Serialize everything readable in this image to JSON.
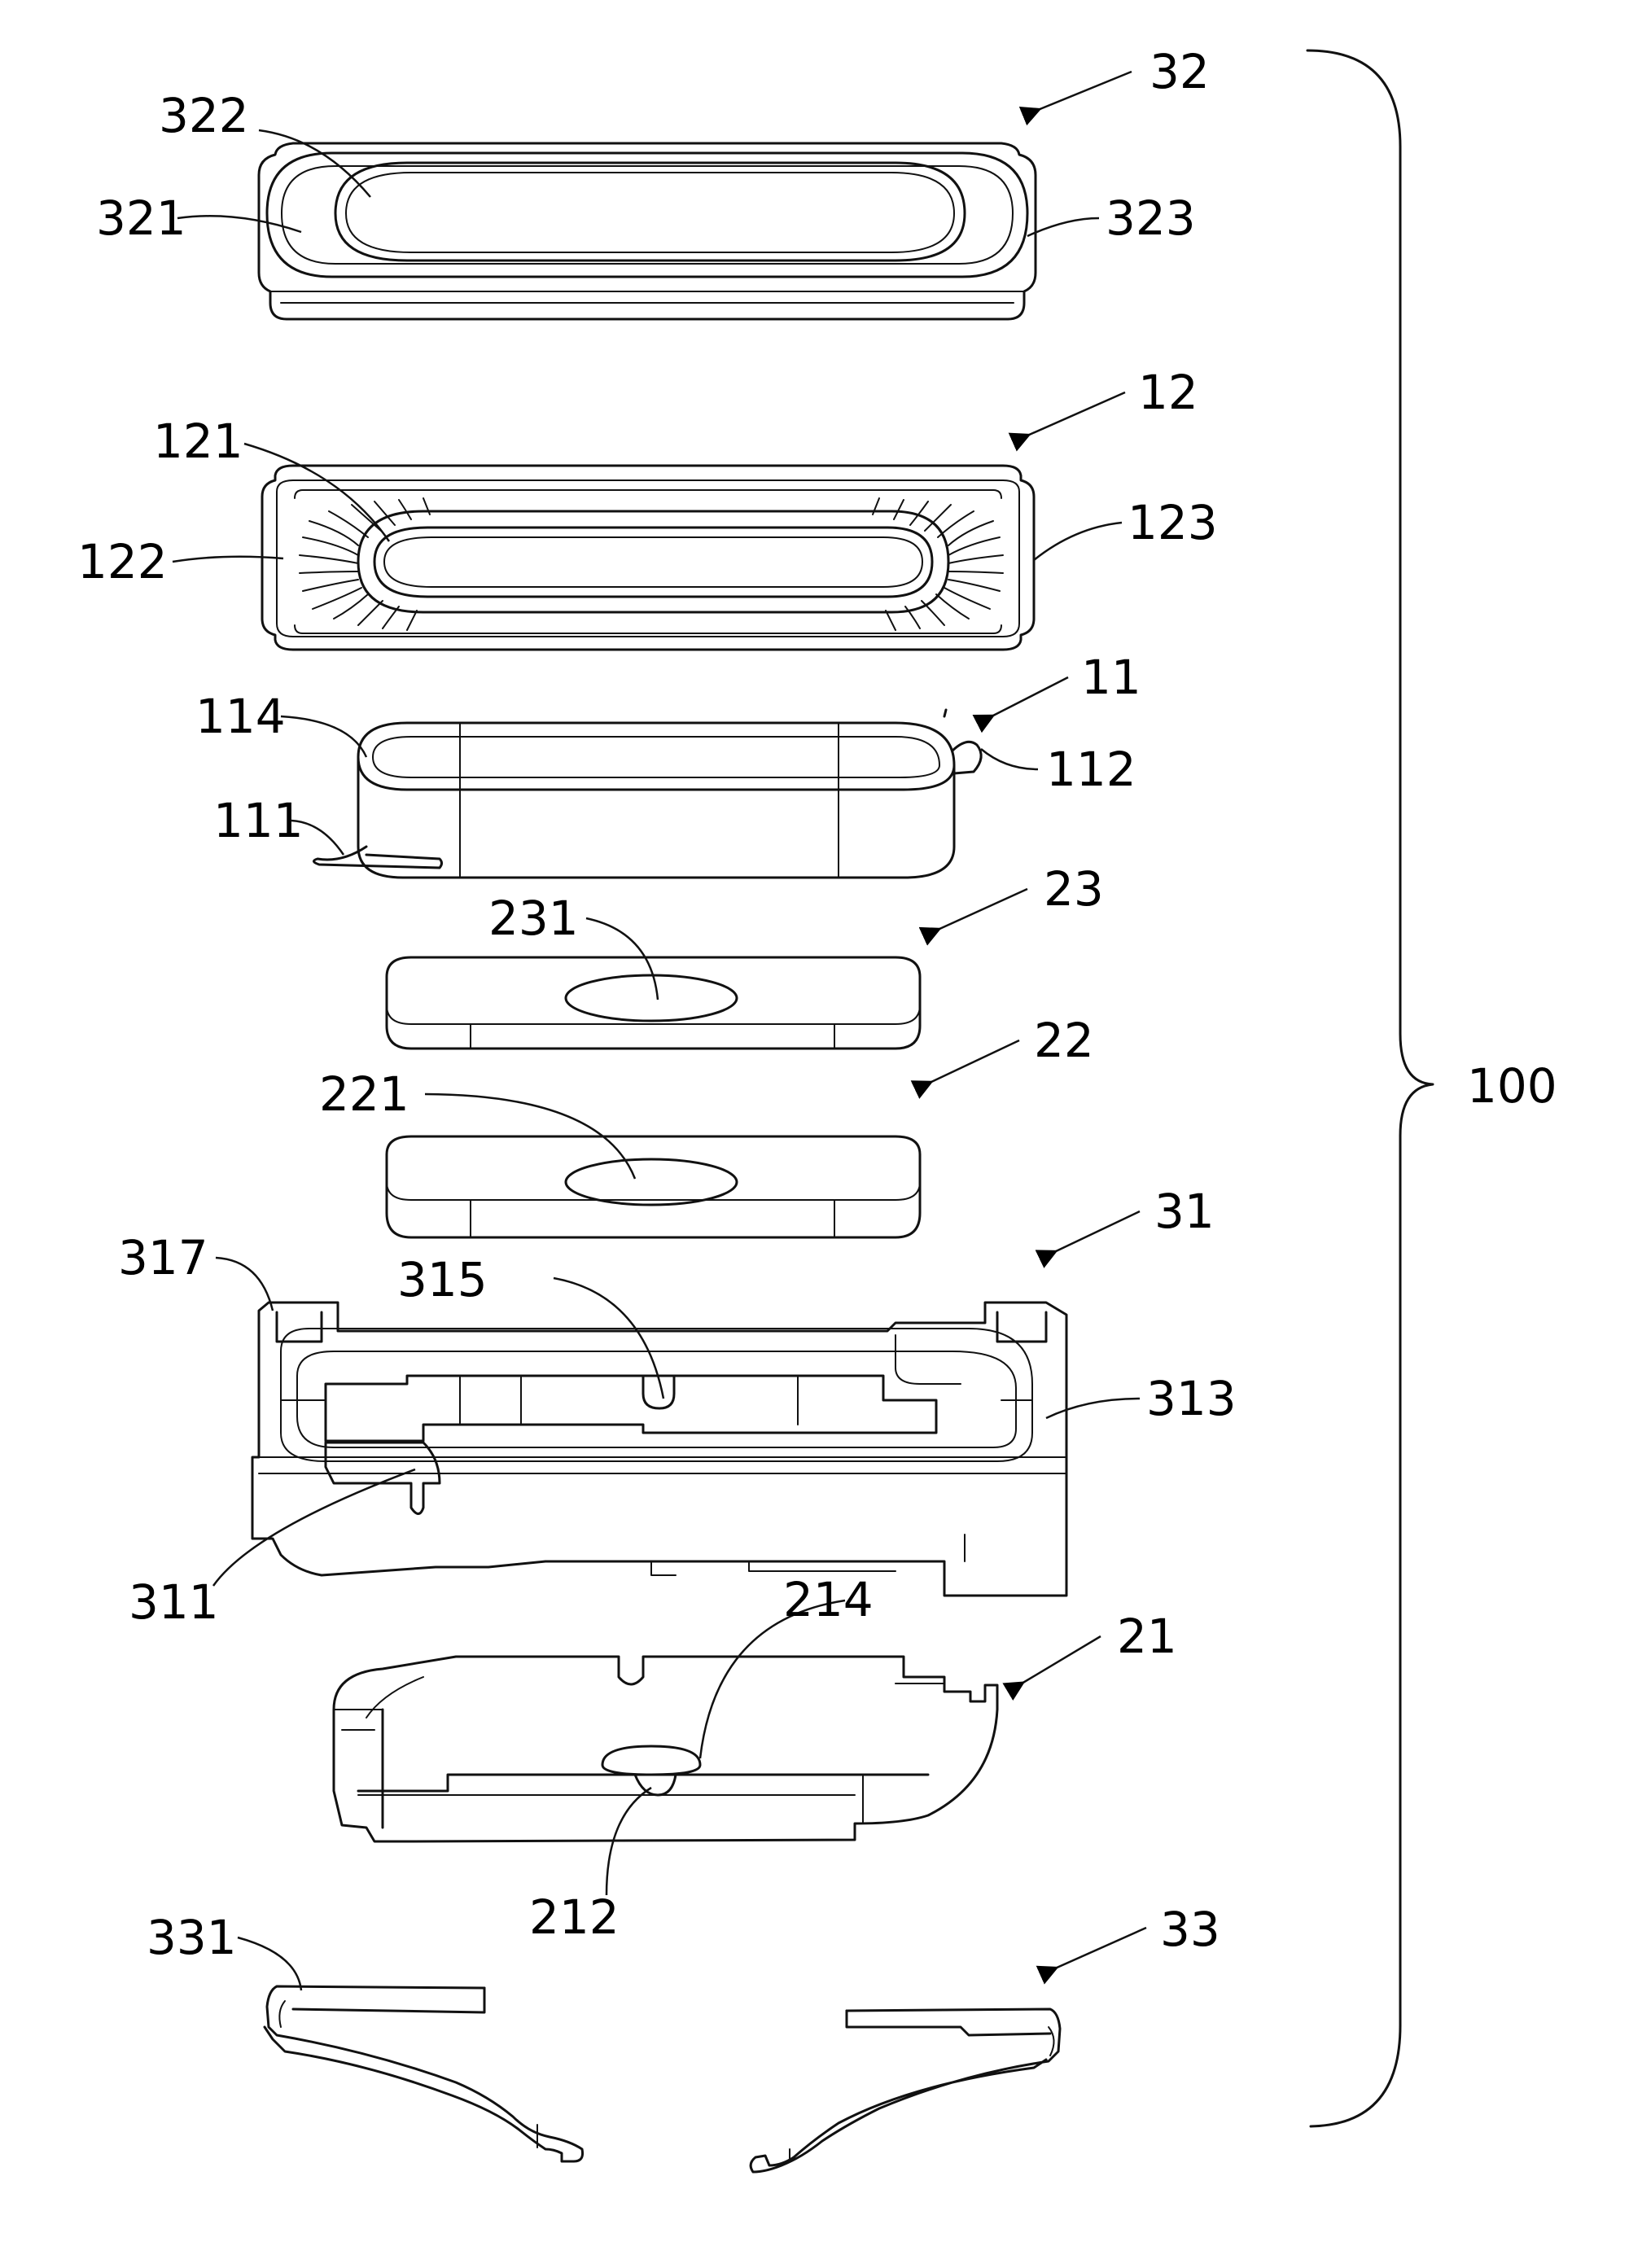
{
  "labels": {
    "l32": "32",
    "l322": "322",
    "l321": "321",
    "l323": "323",
    "l12": "12",
    "l121": "121",
    "l122": "122",
    "l123": "123",
    "l11": "11",
    "l114": "114",
    "l112": "112",
    "l111": "111",
    "l23": "23",
    "l231": "231",
    "l22": "22",
    "l221": "221",
    "l31": "31",
    "l317": "317",
    "l315": "315",
    "l313": "313",
    "l311": "311",
    "l21": "21",
    "l214": "214",
    "l212": "212",
    "l33": "33",
    "l331": "331",
    "l100": "100"
  }
}
